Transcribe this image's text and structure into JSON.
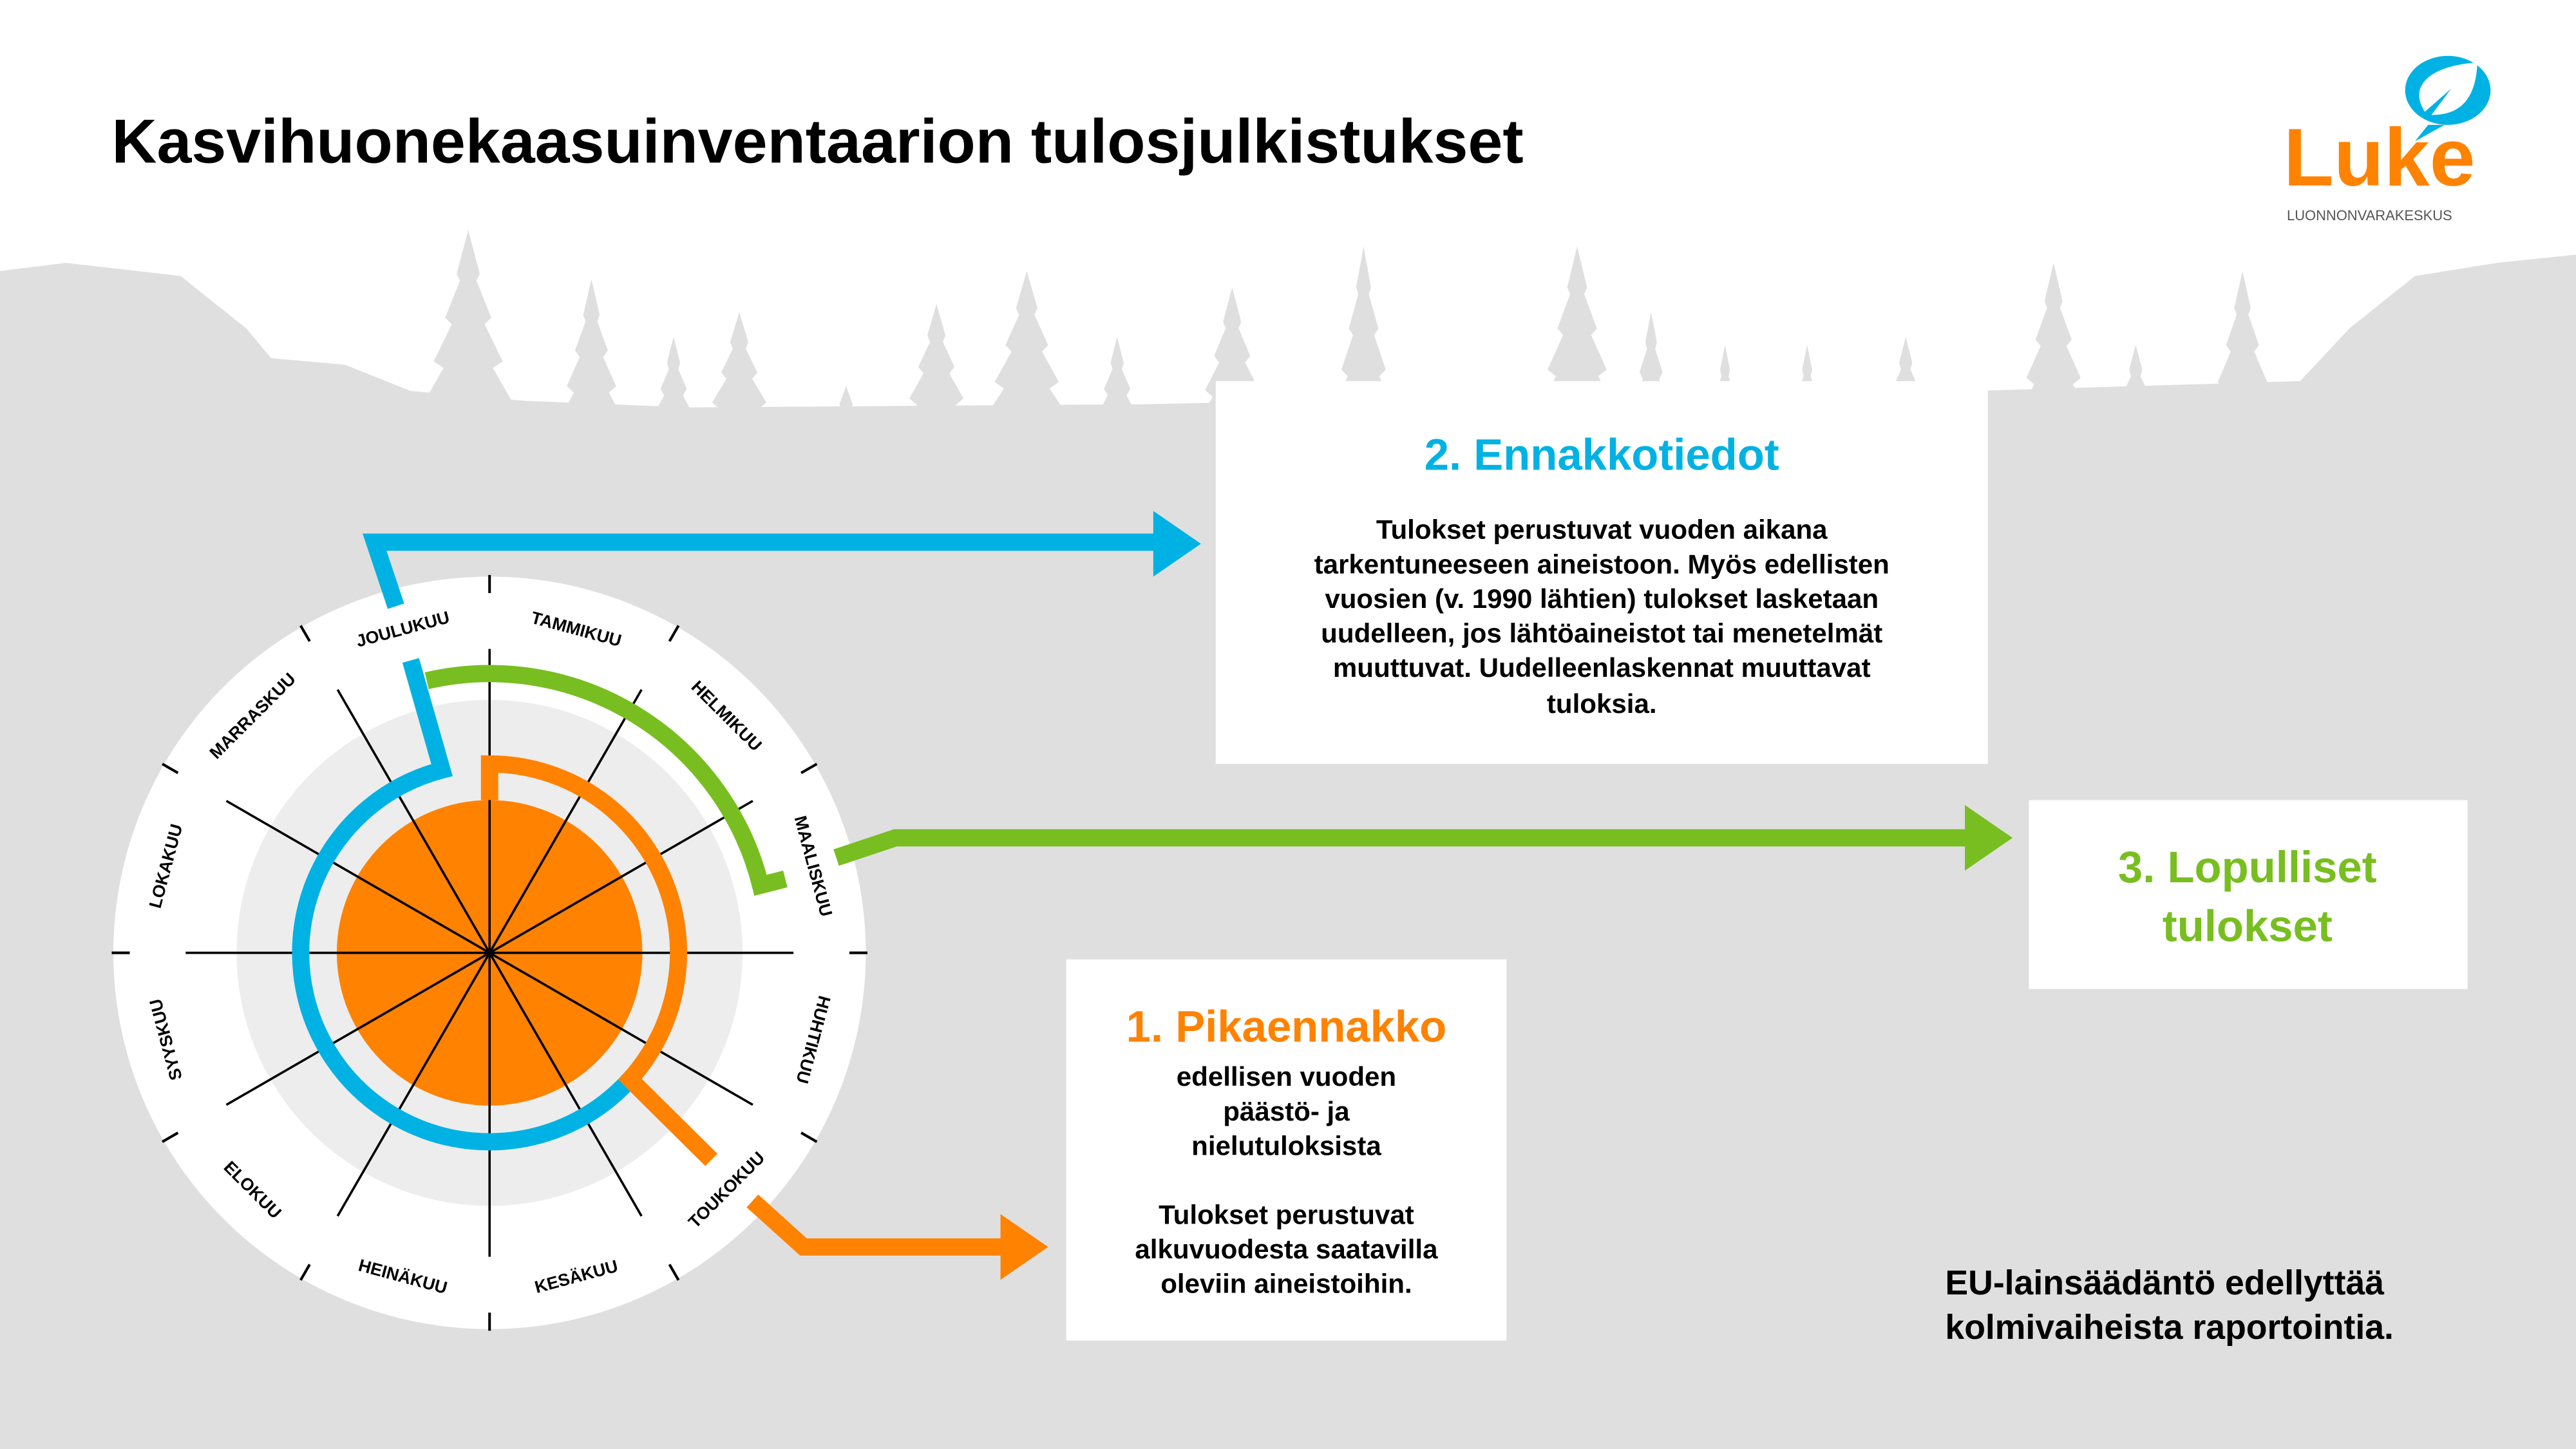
{
  "title": "Kasvihuonekaasuinventaarion tulosjulkistukset",
  "logo": {
    "name": "Luke",
    "subtitle": "LUONNONVARAKESKUS"
  },
  "colors": {
    "blue": "#00b2e3",
    "orange": "#ff8200",
    "green": "#78be20",
    "background": "#e0dfe0",
    "ring": "#ededed"
  },
  "wheel": {
    "months": [
      "TAMMIKUU",
      "HELMIKUU",
      "MAALISKUU",
      "HUHTIKUU",
      "TOUKOKUU",
      "KESÄKUU",
      "HEINÄKUU",
      "ELOKUU",
      "SYYSKUU",
      "LOKAKUU",
      "MARRASKUU",
      "JOULUKUU"
    ]
  },
  "stage1": {
    "heading": "1. Pikaennakko",
    "lines": [
      "edellisen vuoden",
      "päästö- ja",
      "nielutuloksista"
    ],
    "lines2": [
      "Tulokset perustuvat",
      "alkuvuodesta saatavilla",
      "oleviin aineistoihin."
    ]
  },
  "stage2": {
    "heading": "2. Ennakkotiedot",
    "lines": [
      "Tulokset perustuvat vuoden aikana",
      "tarkentuneeseen aineistoon. Myös edellisten",
      "vuosien (v. 1990 lähtien) tulokset lasketaan",
      "uudelleen, jos lähtöaineistot tai menetelmät",
      "muuttuvat. Uudelleenlaskennat muuttavat",
      "tuloksia."
    ]
  },
  "stage3": {
    "heading_lines": [
      "3. Lopulliset",
      "tulokset"
    ]
  },
  "footer": {
    "lines": [
      "EU-lainsäädäntö edellyttää",
      "kolmivaiheista raportointia."
    ]
  }
}
